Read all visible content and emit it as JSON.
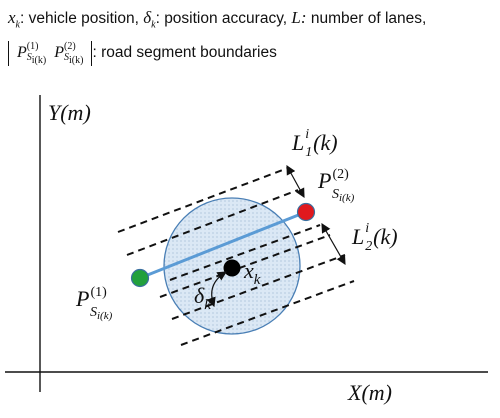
{
  "caption": {
    "xk_desc": ": vehicle position, ",
    "dk_desc": ": position accuracy, ",
    "L_label": "L:",
    "L_desc": " number of lanes, ",
    "bounds_desc": ": road segment boundaries"
  },
  "diagram": {
    "y_axis_label": "Y(m)",
    "x_axis_label": "X(m)",
    "vehicle_label": "x",
    "vehicle_sub": "k",
    "accuracy_label": "δ",
    "accuracy_sub": "k",
    "p1_label": "P",
    "p1_sup": "(1)",
    "p2_label": "P",
    "p2_sup": "(2)",
    "seg_sub": "S",
    "seg_sub_i": "i(k)",
    "lane1_label": "L",
    "lane1_sub": "1",
    "lane1_sup": "i",
    "lane1_arg": "(k)",
    "lane2_label": "L",
    "lane2_sub": "2",
    "lane2_sup": "i",
    "lane2_arg": "(k)",
    "colors": {
      "segment": "#5b9bd5",
      "circle_fill": "#dbe8f5",
      "circle_stroke": "#4a7fb5",
      "p1": "#22a03c",
      "p2": "#e0191e",
      "vehicle": "#000000"
    }
  }
}
